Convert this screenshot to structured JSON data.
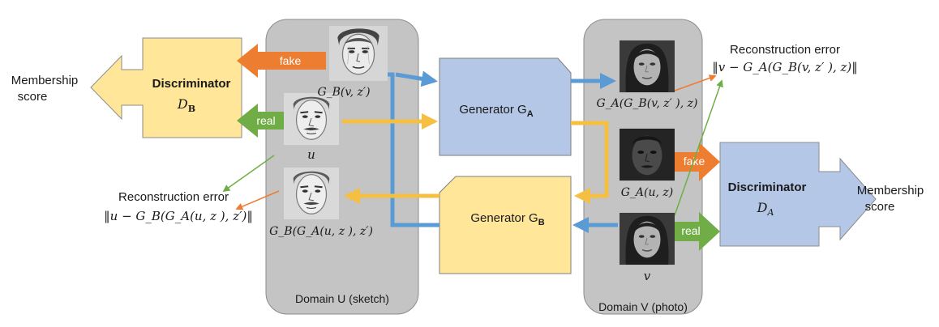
{
  "domains": {
    "u_label": "Domain U (sketch)",
    "v_label": "Domain V (photo)"
  },
  "generators": {
    "a_prefix": "Generator ",
    "a_main": "G",
    "a_sub": "A",
    "b_prefix": "Generator ",
    "b_main": "G",
    "b_sub": "B"
  },
  "discriminators": {
    "b_label": "Discriminator",
    "b_symbol_main": "D",
    "b_symbol_sub": "B",
    "a_label": "Discriminator",
    "a_symbol_main": "D",
    "a_symbol_sub": "A"
  },
  "membership": {
    "left_line1": "Membership",
    "left_line2": "score",
    "right_line1": "Membership",
    "right_line2": "score"
  },
  "arrows": {
    "fake_left": "fake",
    "real_left": "real",
    "fake_right": "fake",
    "real_right": "real"
  },
  "image_labels": {
    "gb_v": "G_B(v, z′)",
    "u": "u",
    "gb_ga_u": "G_B(G_A(u, z ), z′)",
    "ga_gb_v": "G_A(G_B(v, z′ ), z)",
    "ga_u": "G_A(u, z)",
    "v": "v"
  },
  "reconstruction": {
    "left_title": "Reconstruction error",
    "left_formula": "‖u − G_B(G_A(u, z ), z′)‖",
    "right_title": "Reconstruction error",
    "right_formula": "‖v − G_A(G_B(v, z′ ), z)‖"
  },
  "colors": {
    "domain_box": "#c4c4c4",
    "generator_a": "#b4c7e7",
    "generator_b": "#ffe699",
    "discriminator_b": "#ffe699",
    "discriminator_a": "#b4c7e7",
    "blue_arrow": "#5b9bd5",
    "yellow_arrow": "#f5bf41",
    "orange": "#ed7d31",
    "green": "#70ad47",
    "outline": "#7f7f7f"
  },
  "icons": {
    "faces": [
      "sketch-face-icon",
      "photo-face-icon"
    ]
  }
}
